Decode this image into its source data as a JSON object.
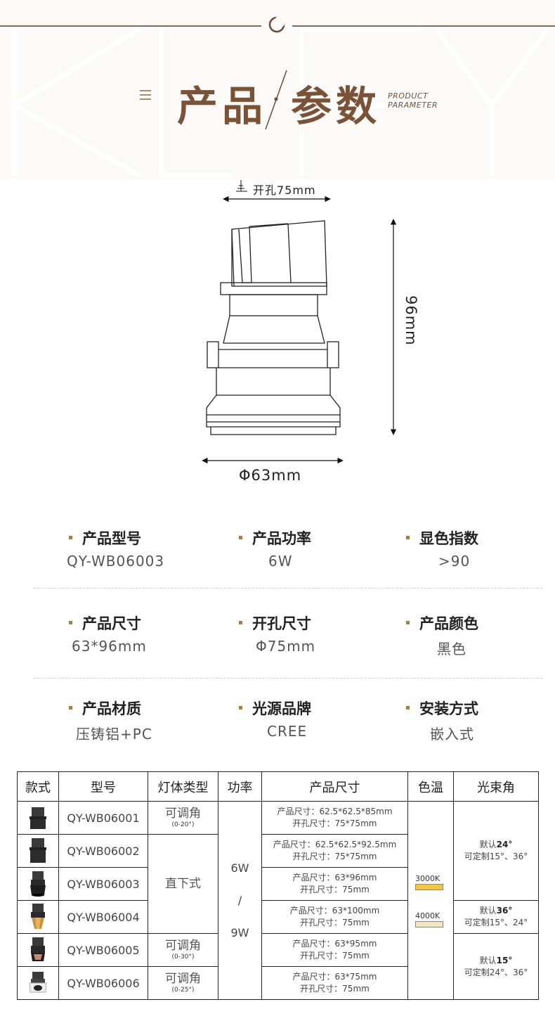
{
  "header": {
    "title_left": "产品",
    "title_right": "参数",
    "title_en_line1": "PRODUCT",
    "title_en_line2": "PARAMETER"
  },
  "diagram": {
    "cutout_label": "开孔75mm",
    "height_label": "96mm",
    "diameter_label": "Φ63mm"
  },
  "specs": [
    [
      {
        "label": "产品型号",
        "value": "QY-WB06003"
      },
      {
        "label": "产品功率",
        "value": "6W"
      },
      {
        "label": "显色指数",
        "value": ">90"
      }
    ],
    [
      {
        "label": "产品尺寸",
        "value": "63*96mm"
      },
      {
        "label": "开孔尺寸",
        "value": "Φ75mm"
      },
      {
        "label": "产品颜色",
        "value": "黑色"
      }
    ],
    [
      {
        "label": "产品材质",
        "value": "压铸铝+PC"
      },
      {
        "label": "光源品牌",
        "value": "CREE"
      },
      {
        "label": "安装方式",
        "value": "嵌入式"
      }
    ]
  ],
  "table": {
    "headers": [
      "款式",
      "型号",
      "灯体类型",
      "功率",
      "产品尺寸",
      "色温",
      "光束角"
    ],
    "rows": [
      {
        "model": "QY-WB06001",
        "size_line1": "产品尺寸：62.5*62.5*85mm",
        "size_line2": "开孔尺寸：75*75mm",
        "style_icon": "square-black-lamp-icon"
      },
      {
        "model": "QY-WB06002",
        "size_line1": "产品尺寸：62.5*62.5*92.5mm",
        "size_line2": "开孔尺寸：75*75mm",
        "style_icon": "square-black-deep-lamp-icon"
      },
      {
        "model": "QY-WB06003",
        "size_line1": "产品尺寸：63*96mm",
        "size_line2": "开孔尺寸：75mm",
        "style_icon": "round-black-lamp-icon"
      },
      {
        "model": "QY-WB06004",
        "size_line1": "产品尺寸：63*100mm",
        "size_line2": "开孔尺寸：75mm",
        "style_icon": "round-gold-lamp-icon"
      },
      {
        "model": "QY-WB06005",
        "size_line1": "产品尺寸：63*95mm",
        "size_line2": "开孔尺寸：75mm",
        "style_icon": "round-rosegold-lamp-icon"
      },
      {
        "model": "QY-WB06006",
        "size_line1": "产品尺寸：63*75mm",
        "size_line2": "开孔尺寸：75mm",
        "style_icon": "round-white-lamp-icon"
      }
    ],
    "types": [
      {
        "main": "可调角",
        "sub": "(0-20°)"
      },
      {
        "main": "直下式",
        "sub": ""
      },
      {
        "main": "可调角",
        "sub": "(0-30°)"
      },
      {
        "main": "可调角",
        "sub": "(0-25°)"
      }
    ],
    "power_line1": "6W",
    "power_line2": "/",
    "power_line3": "9W",
    "color_temps": [
      {
        "label": "3000K",
        "color": "#f2c443"
      },
      {
        "label": "4000K",
        "color": "#f6e6bf"
      }
    ],
    "beams": [
      {
        "default_prefix": "默认",
        "default_value": "24°",
        "custom": "可定制15°、36°"
      },
      {
        "default_prefix": "默认",
        "default_value": "36°",
        "custom": "可定制15°、24°"
      },
      {
        "default_prefix": "默认",
        "default_value": "15°",
        "custom": "可定制24°、36°"
      }
    ]
  },
  "colors": {
    "accent_brown": "#7a5236",
    "bullet": "#a77a50"
  }
}
